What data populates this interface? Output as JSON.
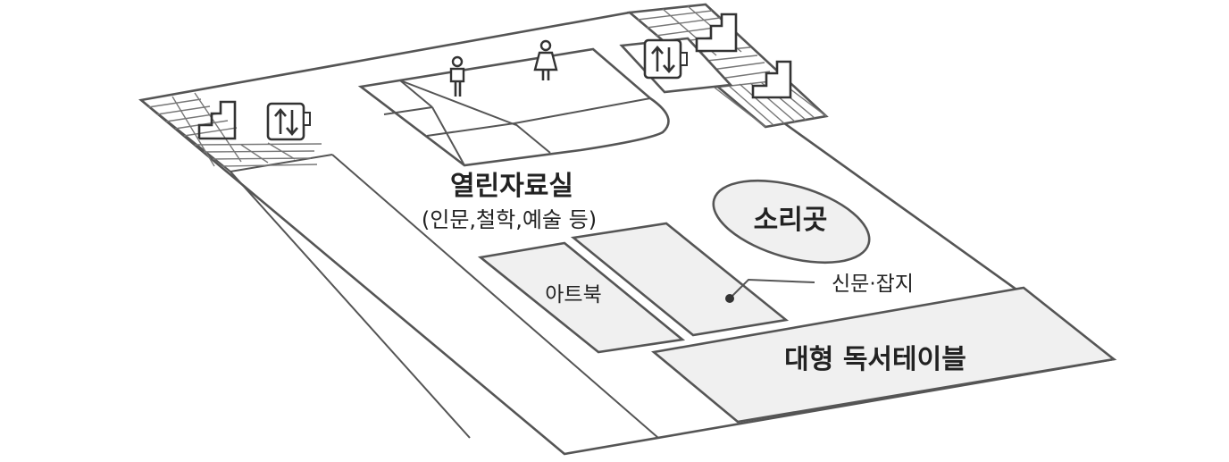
{
  "labels": {
    "open_stacks": "열린자료실",
    "open_stacks_sub": "(인문,철학,예술 등)",
    "sound_area": "소리곳",
    "art_books": "아트북",
    "newspapers": "신문·잡지",
    "reading_table": "대형 독서테이블"
  },
  "icons": {
    "stairs": "stairs-icon",
    "elevator": "elevator-icon",
    "restroom_male": "male-restroom-icon",
    "restroom_female": "female-restroom-icon"
  },
  "colors": {
    "stroke": "#555555",
    "zone_fill": "#f0f0f0",
    "background": "#ffffff"
  }
}
